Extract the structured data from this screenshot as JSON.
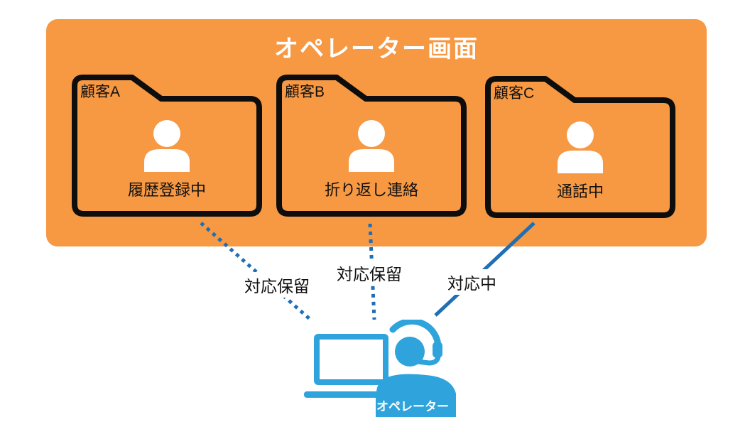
{
  "operator_screen": {
    "title": "オペレーター画面"
  },
  "customers": [
    {
      "name": "顧客A",
      "status": "履歴登録中",
      "connection": {
        "label": "対応保留",
        "line_style": "dotted"
      }
    },
    {
      "name": "顧客B",
      "status": "折り返し連絡",
      "connection": {
        "label": "対応保留",
        "line_style": "dotted"
      }
    },
    {
      "name": "顧客C",
      "status": "通話中",
      "connection": {
        "label": "対応中",
        "line_style": "solid"
      }
    }
  ],
  "operator": {
    "label": "オペレーター"
  },
  "icons": {
    "customer": "person-icon",
    "operator": "operator-headset-laptop-icon"
  },
  "colors": {
    "panel_orange": "#F79843",
    "folder_outline": "#0D0D0D",
    "line_blue": "#1F6FB5",
    "icon_blue": "#2FA3DC",
    "title_white": "#FFFFFF",
    "text_black": "#111111"
  }
}
